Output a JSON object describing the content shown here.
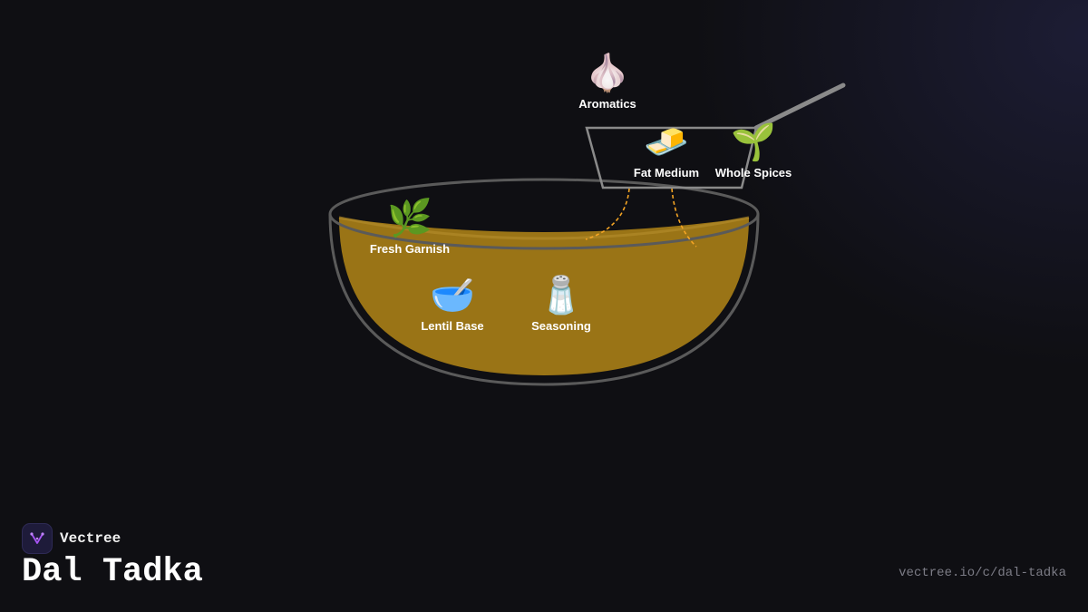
{
  "brand": {
    "name": "Vectree",
    "accent": "#a855f7"
  },
  "title": "Dal Tadka",
  "url": "vectree.io/c/dal-tadka",
  "colors": {
    "background": "#0f0f13",
    "broth": "#9a7416",
    "bowl_outline": "#5a5a5a",
    "pan_outline": "#8a8a8a",
    "connector": "#f5a524"
  },
  "ingredients": [
    {
      "id": "aromatics",
      "label": "Aromatics",
      "emoji": "🧄",
      "icon": "garlic-icon"
    },
    {
      "id": "fat-medium",
      "label": "Fat Medium",
      "emoji": "🧈",
      "icon": "butter-icon"
    },
    {
      "id": "whole-spices",
      "label": "Whole Spices",
      "emoji": "🌱",
      "icon": "seedling-icon"
    },
    {
      "id": "fresh-garnish",
      "label": "Fresh Garnish",
      "emoji": "🌿",
      "icon": "herb-icon"
    },
    {
      "id": "lentil-base",
      "label": "Lentil Base",
      "emoji": "🥣",
      "icon": "bowl-icon"
    },
    {
      "id": "seasoning",
      "label": "Seasoning",
      "emoji": "🧂",
      "icon": "salt-shaker-icon"
    }
  ]
}
